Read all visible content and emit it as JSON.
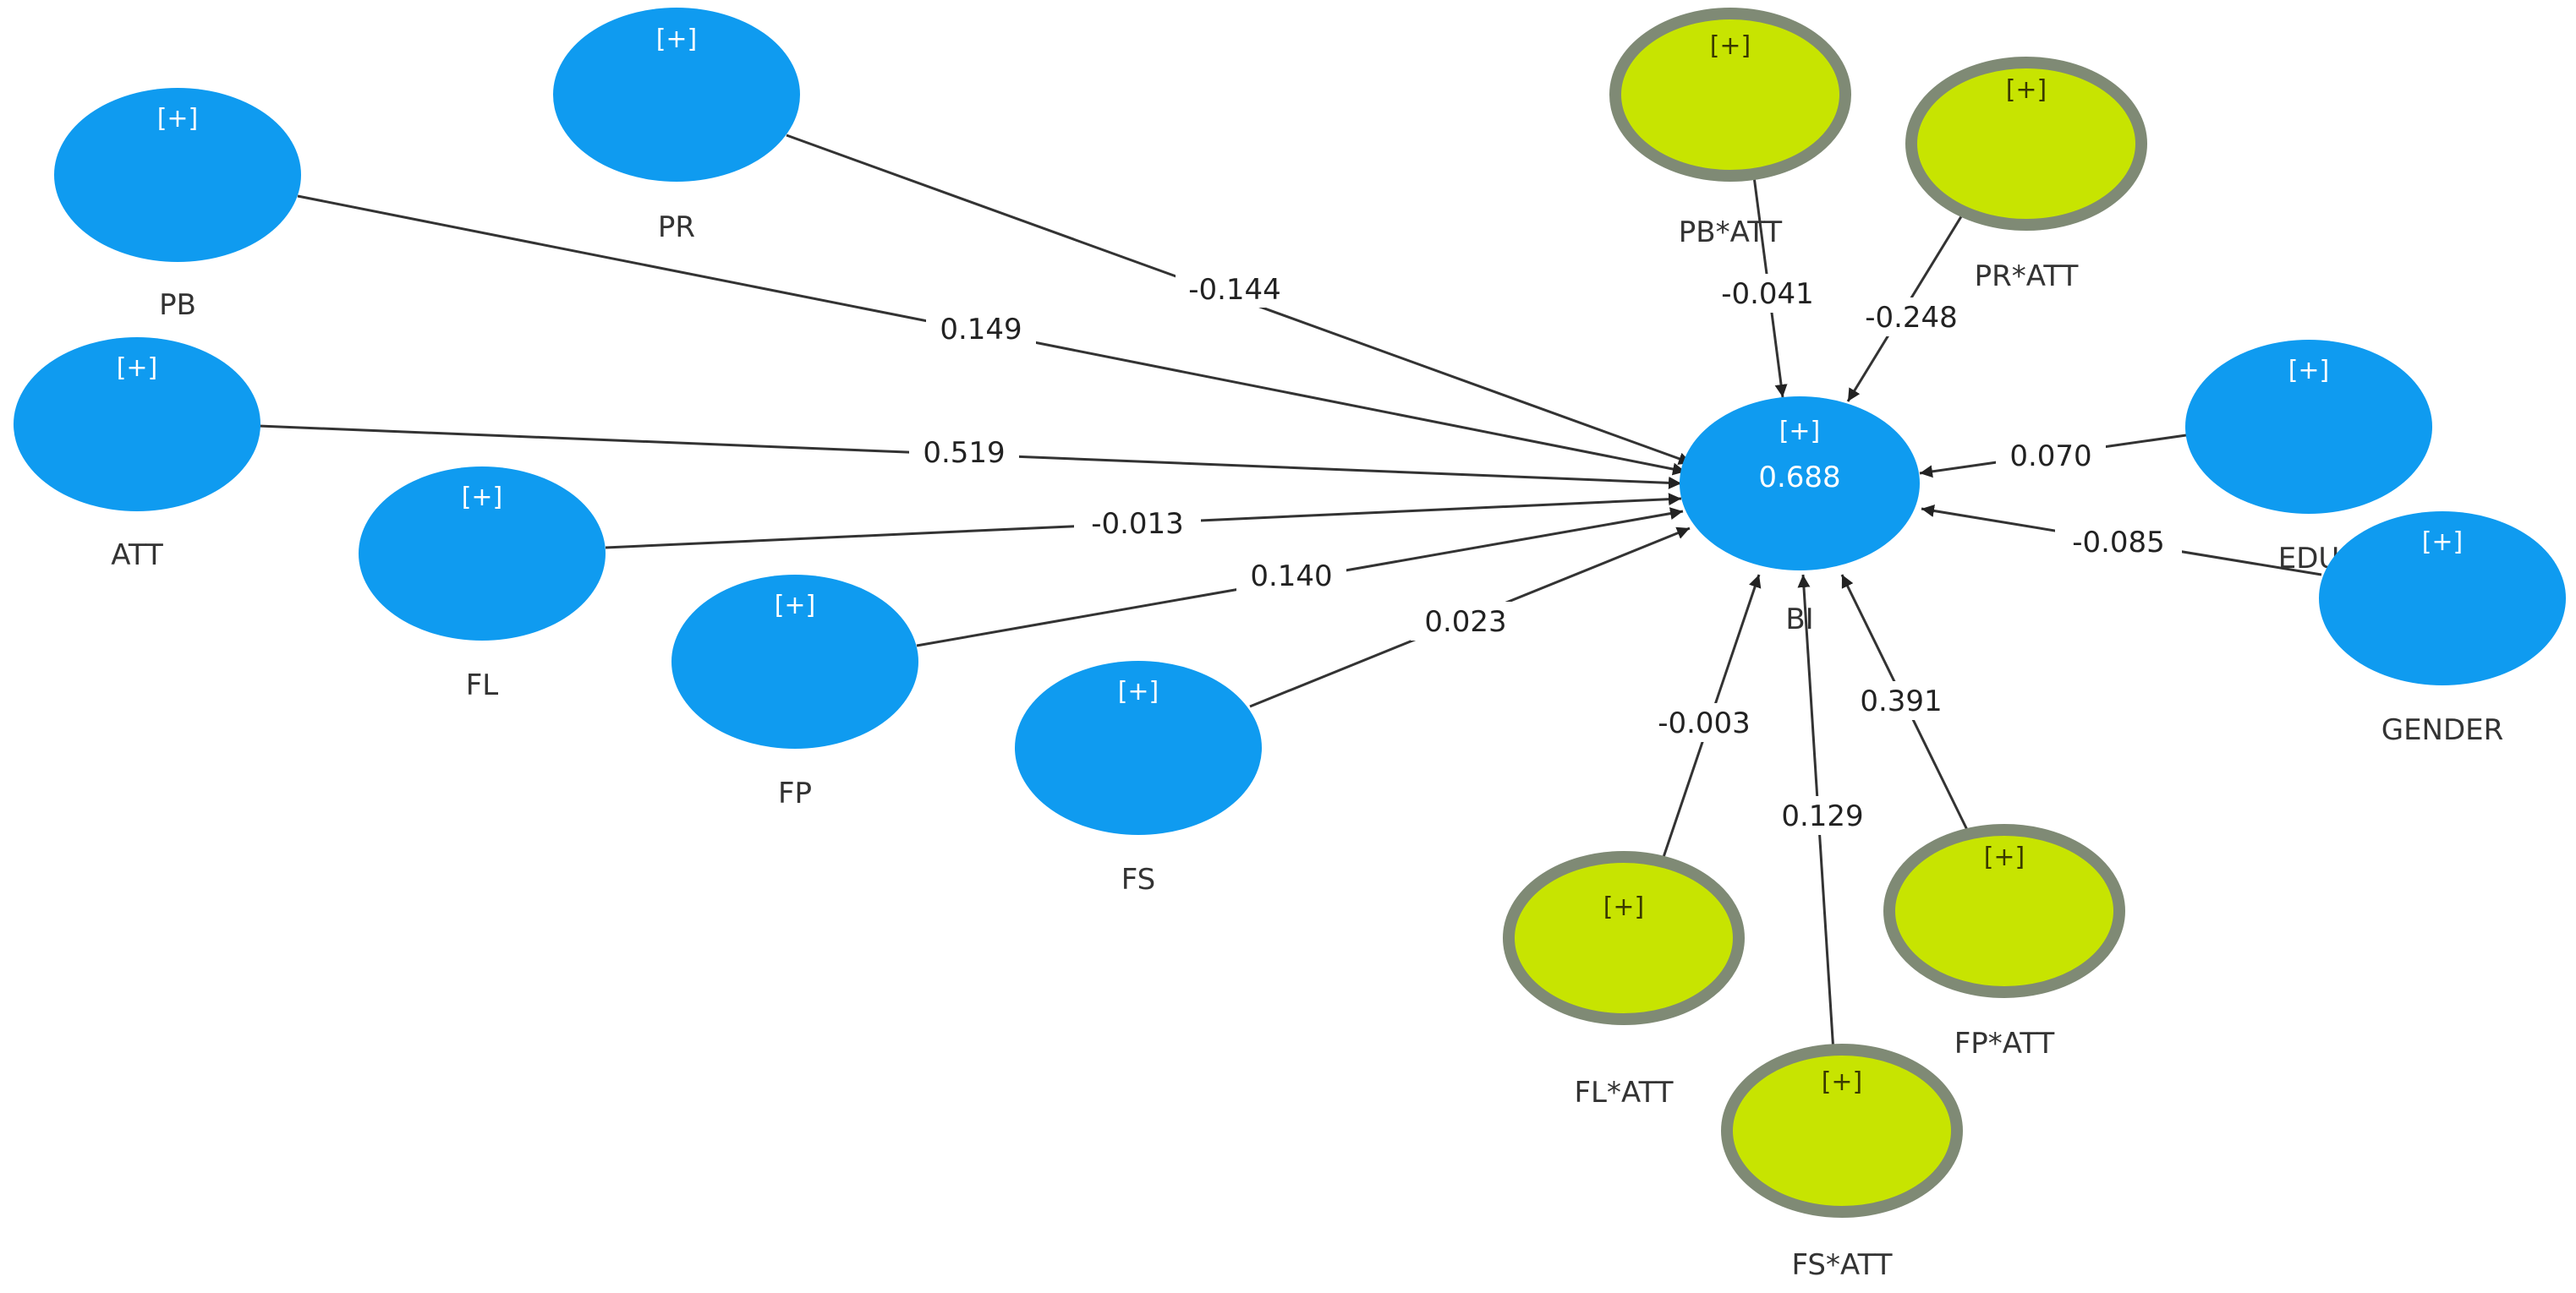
{
  "colors": {
    "construct_fill": "#0f9bf0",
    "moderator_fill": "#c7e401",
    "moderator_ring": "#7f8a75",
    "path_line": "#333333",
    "expand_on_blue": "#ffffff",
    "expand_on_green": "#3a3a00"
  },
  "expand_glyph": "[+]",
  "target": {
    "name": "BI",
    "r_squared": "0.688"
  },
  "nodes": {
    "PR": {
      "label": "PR"
    },
    "PB": {
      "label": "PB"
    },
    "ATT": {
      "label": "ATT"
    },
    "FL": {
      "label": "FL"
    },
    "FP": {
      "label": "FP"
    },
    "FS": {
      "label": "FS"
    },
    "EDU": {
      "label": "EDU"
    },
    "GENDER": {
      "label": "GENDER"
    },
    "PB_ATT": {
      "label": "PB*ATT"
    },
    "PR_ATT": {
      "label": "PR*ATT"
    },
    "FL_ATT": {
      "label": "FL*ATT"
    },
    "FS_ATT": {
      "label": "FS*ATT"
    },
    "FP_ATT": {
      "label": "FP*ATT"
    }
  },
  "paths": {
    "PR": "-0.144",
    "PB": "0.149",
    "ATT": "0.519",
    "FL": "-0.013",
    "FP": "0.140",
    "FS": "0.023",
    "PB_ATT": "-0.041",
    "PR_ATT": "-0.248",
    "EDU": "0.070",
    "GENDER": "-0.085",
    "FL_ATT": "-0.003",
    "FS_ATT": "0.129",
    "FP_ATT": "0.391"
  }
}
